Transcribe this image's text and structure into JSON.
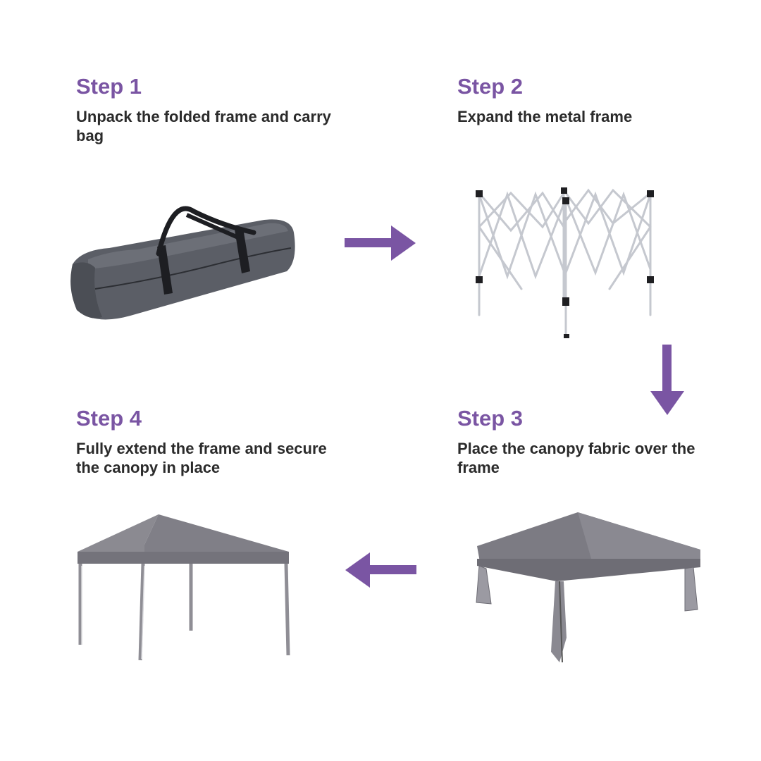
{
  "steps": [
    {
      "title": "Step 1",
      "description": "Unpack the folded frame and carry bag",
      "illustration": "folded-carry-bag"
    },
    {
      "title": "Step 2",
      "description": "Expand the metal frame",
      "illustration": "expanded-metal-frame"
    },
    {
      "title": "Step 3",
      "description": "Place the canopy fabric over the frame",
      "illustration": "canopy-on-low-frame"
    },
    {
      "title": "Step 4",
      "description": "Fully extend the frame and secure the canopy in place",
      "illustration": "fully-extended-canopy"
    }
  ],
  "arrows": [
    {
      "from": "Step 1",
      "to": "Step 2",
      "direction": "right"
    },
    {
      "from": "Step 2",
      "to": "Step 3",
      "direction": "down"
    },
    {
      "from": "Step 3",
      "to": "Step 4",
      "direction": "left"
    }
  ],
  "colors": {
    "accent": "#7a55a3",
    "text": "#2b2b2b",
    "canopy": "#85848b",
    "bag": "#5b5e66",
    "frame": "#d9dbe0",
    "background": "#ffffff"
  }
}
